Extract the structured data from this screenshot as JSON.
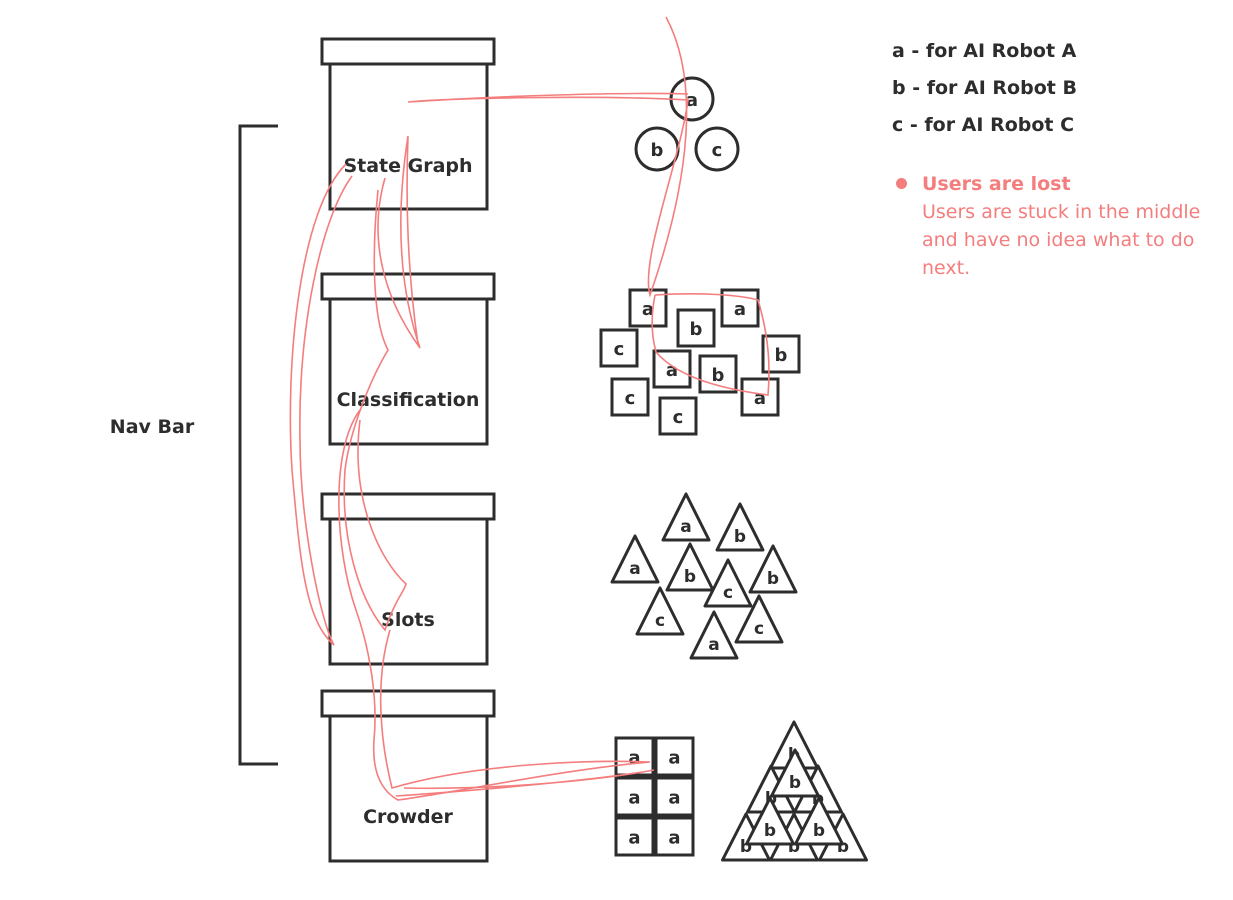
{
  "colors": {
    "ink": "#2d2d2d",
    "accent": "#f47d7d"
  },
  "nav_label": "Nav Bar",
  "panels": [
    {
      "name": "panel-state-graph",
      "label": "State Graph"
    },
    {
      "name": "panel-classification",
      "label": "Classification"
    },
    {
      "name": "panel-slots",
      "label": "Slots"
    },
    {
      "name": "panel-crowder",
      "label": "Crowder"
    }
  ],
  "legend": [
    "a - for AI Robot A",
    "b - for AI Robot B",
    "c - for AI Robot C"
  ],
  "note": {
    "title": "Users are lost",
    "body": "Users are stuck in the middle and have no idea what to do next."
  },
  "circles": [
    "a",
    "b",
    "c"
  ],
  "squares": [
    "a",
    "b",
    "a",
    "c",
    "b",
    "a",
    "b",
    "a",
    "c",
    "c"
  ],
  "triangles": [
    "a",
    "b",
    "a",
    "b",
    "c",
    "b",
    "c",
    "c",
    "a"
  ],
  "crowder_squares": [
    "a",
    "a",
    "a",
    "a",
    "a",
    "a"
  ],
  "crowder_triangles": [
    "b",
    "b",
    "b",
    "b",
    "b",
    "b",
    "b",
    "b",
    "b"
  ]
}
